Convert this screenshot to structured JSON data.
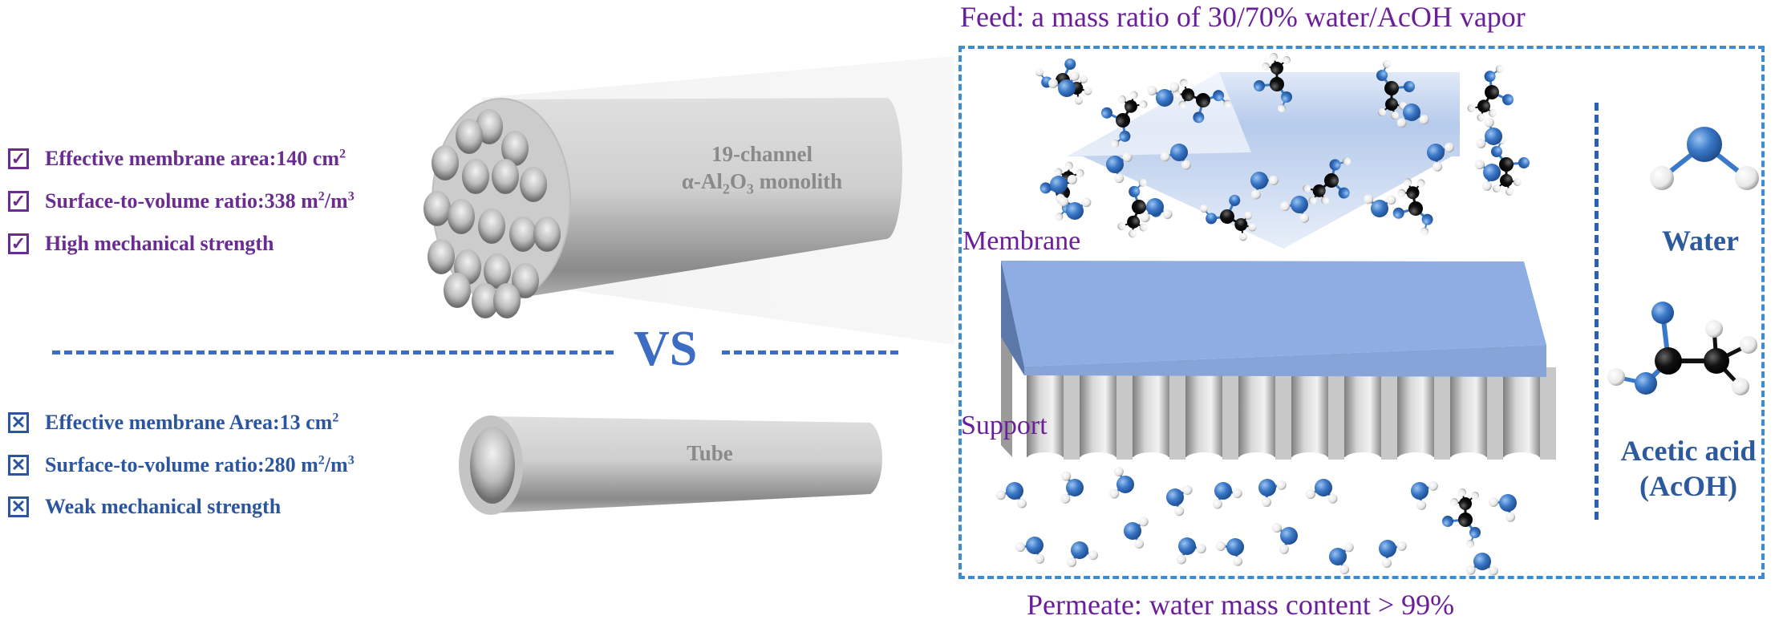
{
  "monolith": {
    "title": "19-channel",
    "subtitle_prefix": "α-Al",
    "subtitle_sub1": "2",
    "subtitle_mid": "O",
    "subtitle_sub2": "3",
    "subtitle_suffix": " monolith",
    "channel_count": 19,
    "features": [
      {
        "icon": "checkbox-checked-icon",
        "text": "Effective membrane area:140 cm",
        "sup": "2",
        "tail": ""
      },
      {
        "icon": "checkbox-checked-icon",
        "text": "Surface-to-volume ratio:338 m",
        "sup": "2",
        "tail": "/m",
        "sup2": "3"
      },
      {
        "icon": "checkbox-checked-icon",
        "text": "High mechanical strength",
        "sup": "",
        "tail": ""
      }
    ]
  },
  "comparison": {
    "label": "VS"
  },
  "tube": {
    "title": "Tube",
    "features": [
      {
        "icon": "checkbox-crossed-icon",
        "text": "Effective membrane Area:13 cm",
        "sup": "2",
        "tail": ""
      },
      {
        "icon": "checkbox-crossed-icon",
        "text": "Surface-to-volume ratio:280 m",
        "sup": "2",
        "tail": "/m",
        "sup2": "3"
      },
      {
        "icon": "checkbox-crossed-icon",
        "text": "Weak mechanical strength",
        "sup": "",
        "tail": ""
      }
    ]
  },
  "separation": {
    "feed_caption": "Feed: a mass ratio of 30/70% water/AcOH vapor",
    "permeate_caption": "Permeate: water mass content > 99%",
    "membrane_label": "Membrane",
    "support_label": "Support"
  },
  "legend": {
    "water_label": "Water",
    "acid_label_line1": "Acetic acid",
    "acid_label_line2": "(AcOH)"
  },
  "colors": {
    "check_purple": "#6a2c91",
    "cross_blue": "#2c55a0",
    "vs_blue": "#3c6cc4",
    "box_dash": "#3d8bd0",
    "membrane": "#8eaee0",
    "oxygen": "#3a78c8",
    "carbon": "#111111",
    "hydrogen": "#f2f2f2"
  }
}
